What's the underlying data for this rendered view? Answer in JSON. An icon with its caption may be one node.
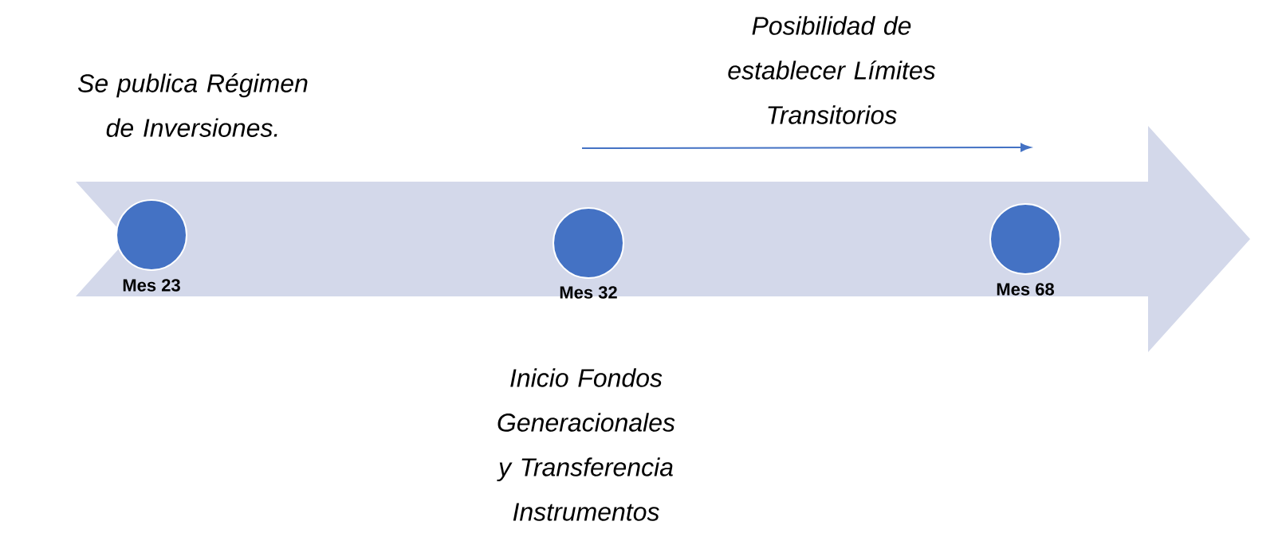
{
  "diagram": {
    "nodes": [
      {
        "text": [],
        "shape": "arrow"
      },
      {
        "text": [
          "Mes 23"
        ],
        "in": 0
      },
      {
        "text": [
          "Mes 32"
        ],
        "in": 0
      },
      {
        "text": [
          "Mes 68"
        ],
        "in": 0
      }
    ],
    "labels": [
      "Se publica Régimen de Inversiones.",
      "Posibilidad de establecer Límites Transitorios",
      "Inicio Fondos Generacionales y Transferencia Instrumentos"
    ]
  }
}
